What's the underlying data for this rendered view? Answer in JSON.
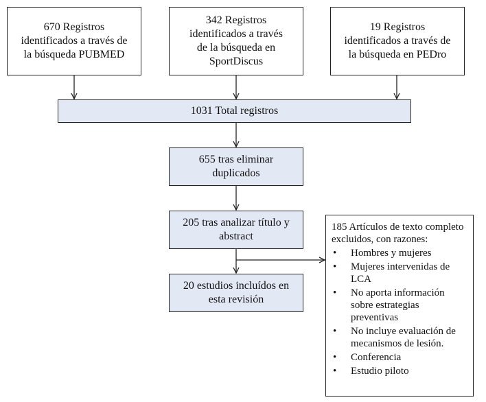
{
  "sources": [
    {
      "text": "670 Registros\nidentificados a través de\nla búsqueda PUBMED"
    },
    {
      "text": "342 Registros\nidentificados a través\nde la búsqueda en\nSportDiscus"
    },
    {
      "text": "19 Registros\nidentificados a través de\nla búsqueda en PEDro"
    }
  ],
  "total": {
    "text": "1031 Total registros"
  },
  "dedup": {
    "text": "655 tras eliminar\nduplicados"
  },
  "screening": {
    "text": "205 tras analizar título y\nabstract"
  },
  "included": {
    "text": "20 estudios incluídos en\nesta revisión"
  },
  "excluded": {
    "header": "185 Artículos de texto completo excluidos, con razones:",
    "reasons": [
      "Hombres y mujeres",
      "Mujeres intervenidas de LCA",
      "No aporta información sobre estrategias preventivas",
      "No incluye evaluación de mecanismos de lesión.",
      "Conferencia",
      "Estudio piloto"
    ]
  },
  "colors": {
    "shaded_fill": "#e3e8f5",
    "border": "#222222",
    "arrow": "#222222"
  }
}
